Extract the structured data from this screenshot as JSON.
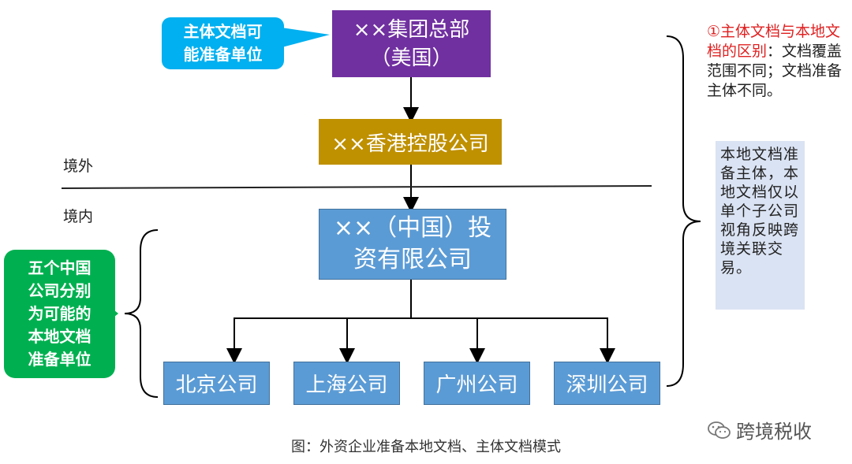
{
  "boxes": {
    "hq_line1": "××集团总部",
    "hq_line2": "（美国）",
    "hk": "××香港控股公司",
    "cn_line1": "××（中国）投",
    "cn_line2": "资有限公司",
    "beijing": "北京公司",
    "shanghai": "上海公司",
    "guangzhou": "广州公司",
    "shenzhen": "深圳公司"
  },
  "callouts": {
    "top_line1": "主体文档可",
    "top_line2": "能准备单位",
    "left_line1": "五个中国",
    "left_line2": "公司分别",
    "left_line3": "为可能的",
    "left_line4": "本地文档",
    "left_line5": "准备单位"
  },
  "labels": {
    "outside": "境外",
    "inside": "境内"
  },
  "notes": {
    "red_heading": "①主体文档与本地文档的区别",
    "red_body": "：文档覆盖范围不同；文档准备主体不同。",
    "box_text": "本地文档准备主体，本地文档仅以单个子公司视角反映跨境关联交易。"
  },
  "caption": "图：外资企业准备本地文档、主体文档模式",
  "watermark": "跨境税收",
  "colors": {
    "hq": "#7030a0",
    "hk": "#bf9000",
    "cn": "#5b9bd5",
    "callout_top": "#00b0f0",
    "callout_left": "#00b050",
    "red_note": "#e02020",
    "note_box": "#dae3f3"
  },
  "icons": {
    "watermark": "wechat-icon"
  }
}
